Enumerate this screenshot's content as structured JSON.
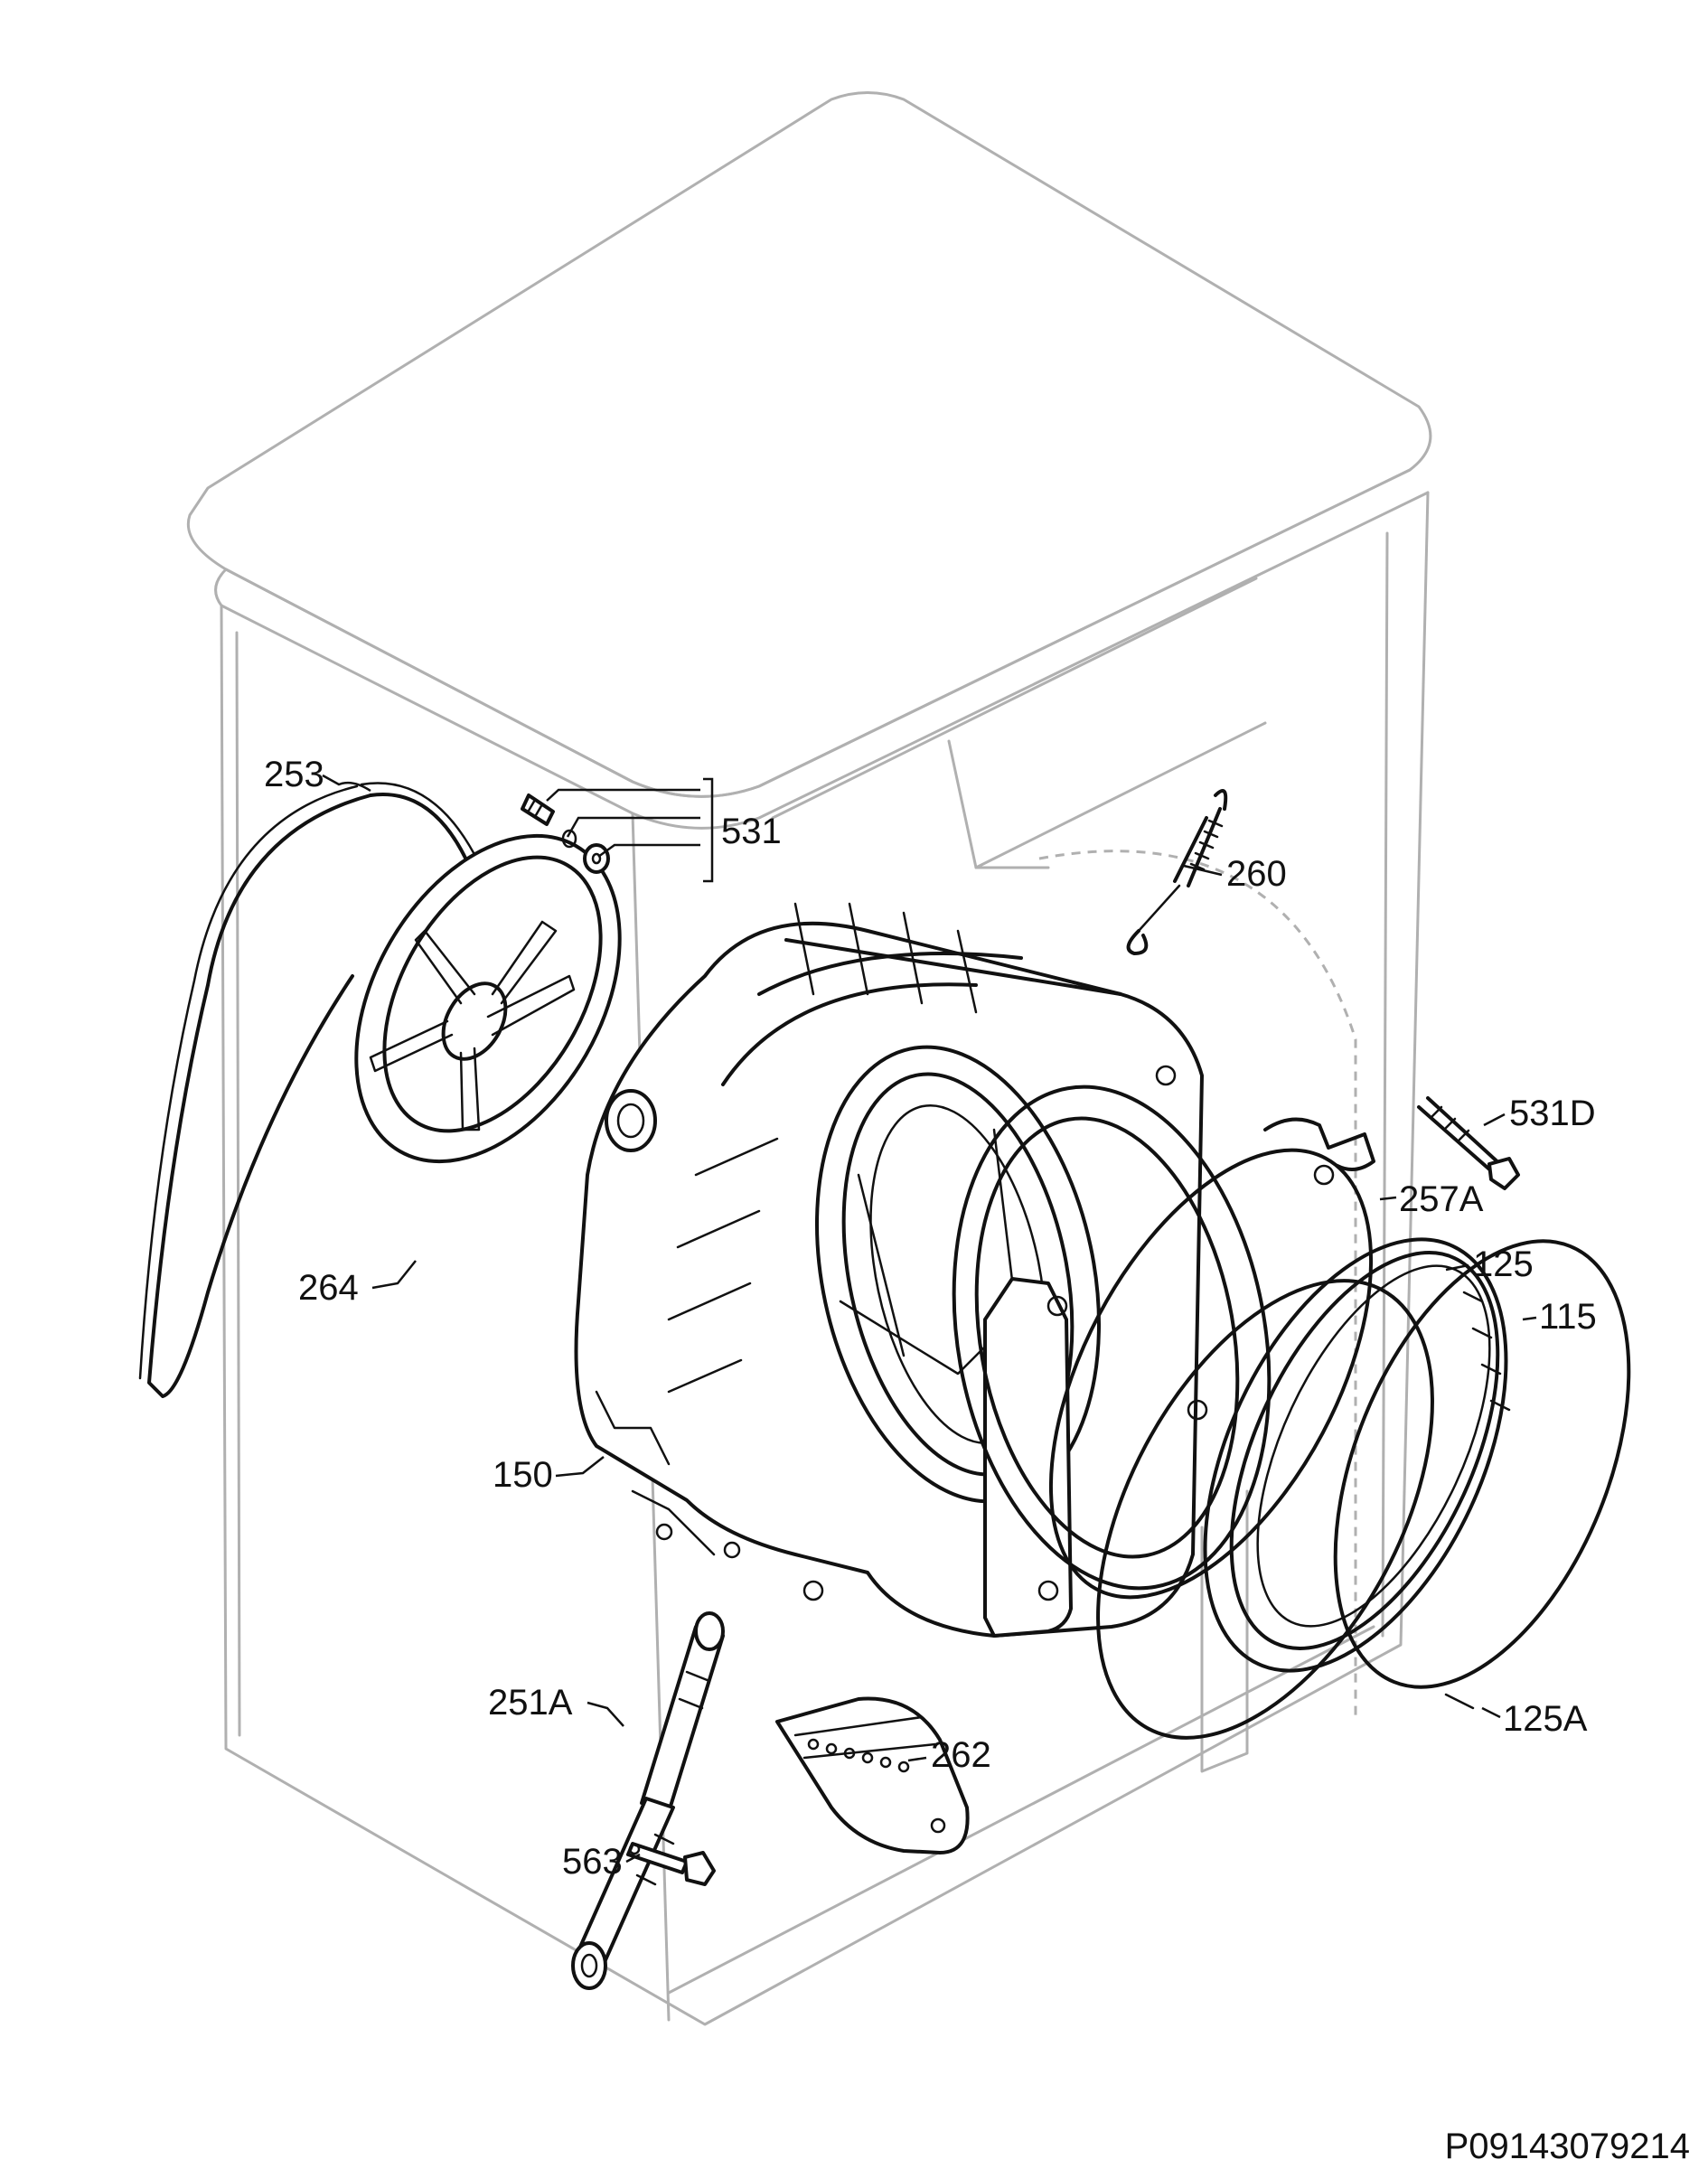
{
  "callouts": {
    "c253": "253",
    "c531": "531",
    "c260": "260",
    "c531d": "531D",
    "c257a": "257A",
    "c125": "125",
    "c115": "115",
    "c264": "264",
    "c150": "150",
    "c251a": "251A",
    "c262": "262",
    "c563": "563",
    "c125a": "125A"
  },
  "document_code": "P09143079214"
}
